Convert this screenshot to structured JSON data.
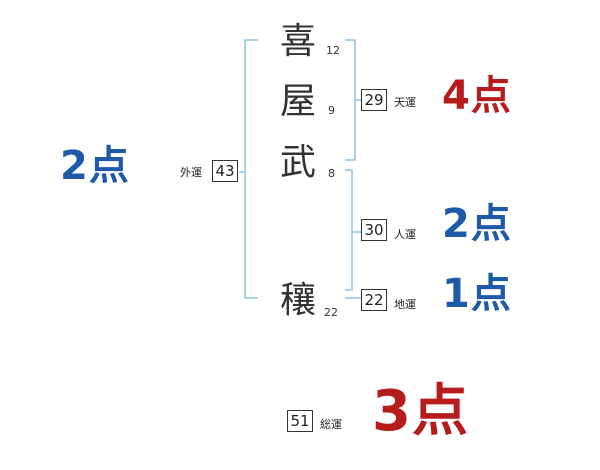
{
  "colors": {
    "bracket": "#8fc3e6",
    "blue_score": "#1e5aa8",
    "red_score": "#b71c1c",
    "text": "#333333"
  },
  "name": {
    "chars": [
      {
        "char": "喜",
        "strokes": "12"
      },
      {
        "char": "屋",
        "strokes": "9"
      },
      {
        "char": "武",
        "strokes": "8"
      },
      {
        "char": "穰",
        "strokes": "22"
      }
    ]
  },
  "fortunes": {
    "gaiun": {
      "label": "外運",
      "value": "43",
      "score": "2点",
      "color": "blue"
    },
    "tenun": {
      "label": "天運",
      "value": "29",
      "score": "4点",
      "color": "red"
    },
    "jinun": {
      "label": "人運",
      "value": "30",
      "score": "2点",
      "color": "blue"
    },
    "chiun": {
      "label": "地運",
      "value": "22",
      "score": "1点",
      "color": "blue"
    },
    "souun": {
      "label": "総運",
      "value": "51",
      "score": "3点",
      "color": "red"
    }
  }
}
